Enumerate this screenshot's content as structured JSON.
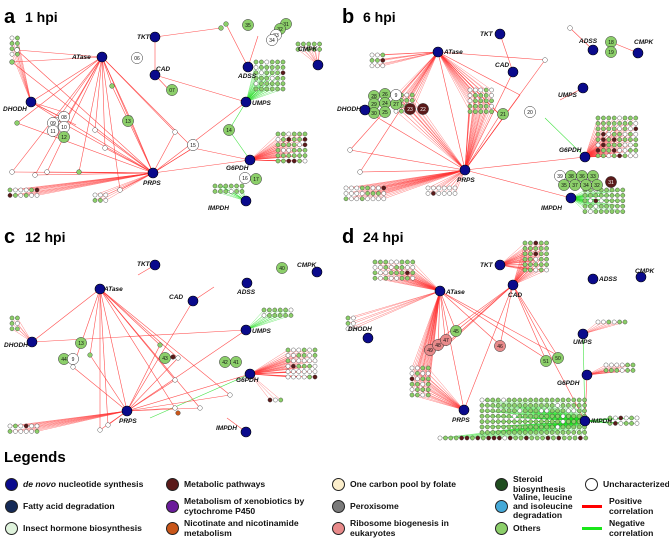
{
  "panels": [
    {
      "id": "a",
      "letter": "a",
      "time": "1 hpi",
      "nodes": [
        "DHODH",
        "ATase",
        "TKT",
        "CAD",
        "ADSS",
        "CMPK",
        "UMPS",
        "G6PDH",
        "PRPS",
        "IMPDH"
      ],
      "numbers": [
        "06",
        "07",
        "08",
        "09",
        "10",
        "11",
        "12",
        "13",
        "14",
        "15",
        "16",
        "17",
        "31",
        "32",
        "33",
        "34",
        "35"
      ]
    },
    {
      "id": "b",
      "letter": "b",
      "time": "6 hpi",
      "nodes": [
        "DHODH",
        "ATase",
        "TKT",
        "CAD",
        "ADSS",
        "CMPK",
        "UMPS",
        "G6PDH",
        "PRPS",
        "IMPDH"
      ],
      "numbers": [
        "9",
        "18",
        "19",
        "20",
        "21",
        "22",
        "23",
        "24",
        "25",
        "26",
        "27",
        "28",
        "29",
        "30",
        "31",
        "32",
        "33",
        "34",
        "35",
        "36",
        "37",
        "38",
        "39"
      ]
    },
    {
      "id": "c",
      "letter": "c",
      "time": "12 hpi",
      "nodes": [
        "DHODH",
        "ATase",
        "TKT",
        "CAD",
        "ADSS",
        "CMPK",
        "UMPS",
        "G6PDH",
        "PRPS",
        "IMPDH"
      ],
      "numbers": [
        "9",
        "13",
        "40",
        "41",
        "42",
        "43",
        "44"
      ]
    },
    {
      "id": "d",
      "letter": "d",
      "time": "24 hpi",
      "nodes": [
        "DHODH",
        "ATase",
        "TKT",
        "CAD",
        "ADSS",
        "CMPK",
        "UMPS",
        "G6PDH",
        "PRPS",
        "IMPDH"
      ],
      "numbers": [
        "45",
        "46",
        "47",
        "48",
        "49",
        "50",
        "51"
      ]
    }
  ],
  "legend": {
    "title": "Legends",
    "items": [
      {
        "label": "de novo nucleotide synthesis",
        "color": "#0a0a8c",
        "kind": "circle",
        "italic_prefix": "de novo"
      },
      {
        "label": "Metabolic pathways",
        "color": "#5a1a1a",
        "kind": "circle"
      },
      {
        "label": "One carbon pool by folate",
        "color": "#fbeecb",
        "kind": "circle"
      },
      {
        "label": "Steroid biosynthesis",
        "color": "#1f4d1f",
        "kind": "circle"
      },
      {
        "label": "Fatty acid degradation",
        "color": "#152a57",
        "kind": "circle"
      },
      {
        "label": "Metabolism of xenobiotics by cytochrome P450",
        "color": "#6a1b9a",
        "kind": "circle"
      },
      {
        "label": "Peroxisome",
        "color": "#7a7a7a",
        "kind": "circle"
      },
      {
        "label": "Valine, leucine and isoleucine degradation",
        "color": "#45a9d8",
        "kind": "circle"
      },
      {
        "label": "Insect hormone biosynthesis",
        "color": "#dff3dc",
        "kind": "circle"
      },
      {
        "label": "Nicotinate and nicotinamide metabolism",
        "color": "#c8561a",
        "kind": "circle"
      },
      {
        "label": "Ribosome biogenesis in eukaryotes",
        "color": "#e88a8a",
        "kind": "circle"
      },
      {
        "label": "Others",
        "color": "#8ccf6a",
        "kind": "circle"
      },
      {
        "label": "Uncharacterized",
        "color": "#ffffff",
        "kind": "circle"
      },
      {
        "label": "Positive correlation",
        "color": "#ff0000",
        "kind": "line"
      },
      {
        "label": "Negative correlation",
        "color": "#19e619",
        "kind": "line"
      }
    ]
  },
  "colors": {
    "core": "#0a0a8c",
    "positive": "#ff3030",
    "negative": "#22dd22",
    "other": "#8ccf6a",
    "uncharacterized": "#ffffff",
    "metabolic": "#5a1a1a",
    "ribosome": "#e88a8a"
  }
}
